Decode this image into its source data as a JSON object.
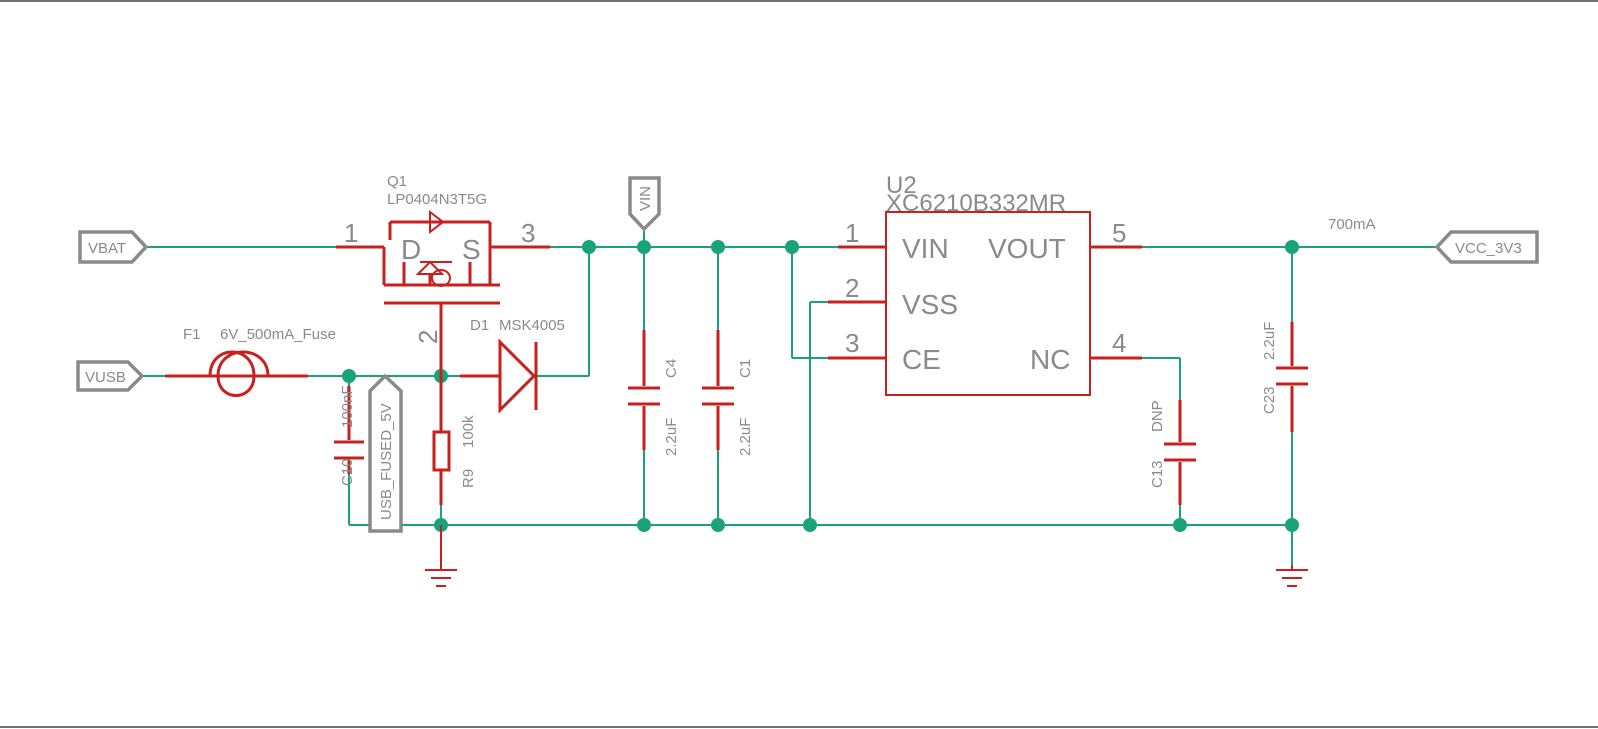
{
  "ports": {
    "vbat": "VBAT",
    "vusb": "VUSB",
    "vin": "VIN",
    "usb_fused": "USB_FUSED_5V",
    "vcc": "VCC_3V3"
  },
  "q1": {
    "ref": "Q1",
    "value": "LP0404N3T5G",
    "pin1": "1",
    "pin2": "2",
    "pin3": "3",
    "d": "D",
    "s": "S"
  },
  "f1": {
    "ref": "F1",
    "value": "6V_500mA_Fuse"
  },
  "d1": {
    "ref": "D1",
    "value": "MSK4005"
  },
  "r9": {
    "ref": "R9",
    "value": "100k"
  },
  "c10": {
    "ref": "C10",
    "value": "100nF"
  },
  "c4": {
    "ref": "C4",
    "value": "2.2uF"
  },
  "c1": {
    "ref": "C1",
    "value": "2.2uF"
  },
  "c13": {
    "ref": "C13",
    "value": "DNP"
  },
  "c23": {
    "ref": "C23",
    "value": "2.2uF"
  },
  "u2": {
    "ref": "U2",
    "value": "XC6210B332MR",
    "pins": [
      {
        "num": "1",
        "name": "VIN"
      },
      {
        "num": "2",
        "name": "VSS"
      },
      {
        "num": "3",
        "name": "CE"
      },
      {
        "num": "4",
        "name": "NC"
      },
      {
        "num": "5",
        "name": "VOUT"
      }
    ]
  },
  "current_note": "700mA",
  "colors": {
    "wire": "#1aa37a",
    "part": "#c8201f",
    "text": "#8a8a8a"
  }
}
